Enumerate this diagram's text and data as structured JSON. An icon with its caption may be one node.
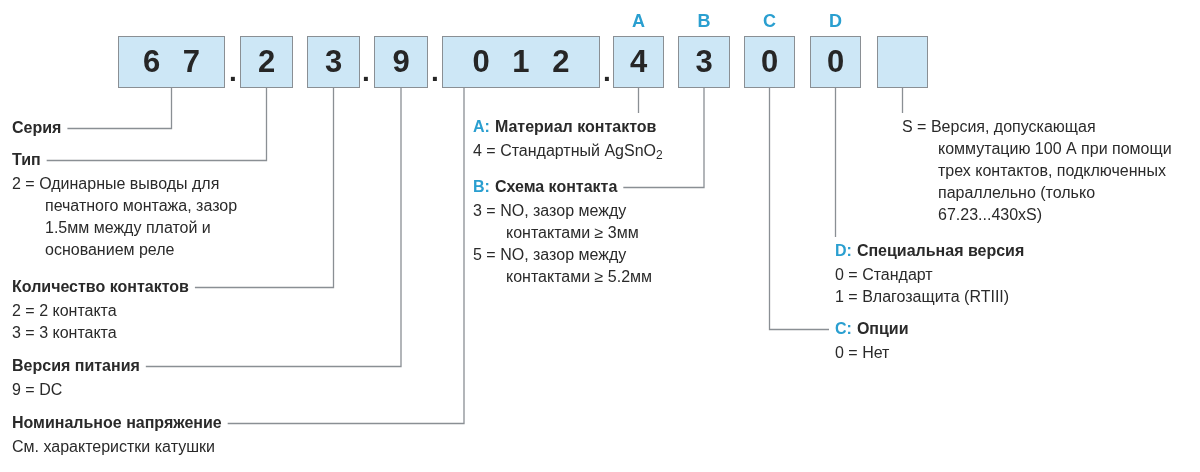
{
  "diagram": {
    "nodes": [
      {
        "text": [
          "6 7"
        ]
      },
      {
        "text": [
          "2"
        ]
      },
      {
        "text": [
          "3"
        ]
      },
      {
        "text": [
          "9"
        ]
      },
      {
        "text": [
          "0 1 2"
        ]
      },
      {
        "text": [
          "4"
        ],
        "beside": [
          "A"
        ]
      },
      {
        "text": [
          "3"
        ],
        "beside": [
          "B"
        ]
      },
      {
        "text": [
          "0"
        ],
        "beside": [
          "C"
        ]
      },
      {
        "text": [
          "0"
        ],
        "beside": [
          "D"
        ]
      },
      {
        "text": [],
        "shape": "box"
      },
      {
        "text": [
          "Серия"
        ]
      },
      {
        "text": [
          "Тип",
          "2 = Одинарные выводы для печатного монтажа, зазор 1.5мм между платой и основанием реле"
        ]
      },
      {
        "text": [
          "Количество контактов",
          "2 = 2 контакта",
          "3 = 3 контакта"
        ]
      },
      {
        "text": [
          "Версия питания",
          "9 = DC"
        ]
      },
      {
        "text": [
          "Номинальное напряжение",
          "См. характеристки катушки"
        ]
      },
      {
        "text": [
          "A:",
          "Материал контактов",
          "4 = Стандартный AgSnO$_{2}$"
        ]
      },
      {
        "text": [
          "B:",
          "Схема контакта",
          "3 = NO, зазор между контактами ≥ 3мм",
          "5 = NO, зазор между контактами ≥ 5.2мм"
        ]
      },
      {
        "text": [
          "S = Версия, допускающая коммутацию 100 А при помощи трех контактов, подключенных параллельно (только 67.23...430xS)"
        ]
      },
      {
        "text": [
          "D:",
          "Специальная версия",
          "0 = Стандарт",
          "1  = Влагозащита (RTIII)"
        ]
      },
      {
        "text": [
          "C:",
          "Опции",
          "0 = Нет"
        ]
      }
    ],
    "edges": [
      {
        "from": 0,
        "to": 10,
        "arrow": "none"
      },
      {
        "from": 1,
        "to": 11,
        "arrow": "none"
      },
      {
        "from": 2,
        "to": 12,
        "arrow": "none"
      },
      {
        "from": 3,
        "to": 13,
        "arrow": "none"
      },
      {
        "from": 4,
        "to": 14,
        "arrow": "none"
      },
      {
        "from": 5,
        "to": 15,
        "arrow": "none"
      },
      {
        "from": 6,
        "to": 16,
        "arrow": "none"
      },
      {
        "from": 7,
        "to": 19,
        "arrow": "none"
      },
      {
        "from": 8,
        "to": 18,
        "arrow": "none"
      },
      {
        "from": 9,
        "to": 17,
        "arrow": "none"
      }
    ],
    "labels": [
      ".",
      ".",
      ".",
      "."
    ]
  }
}
